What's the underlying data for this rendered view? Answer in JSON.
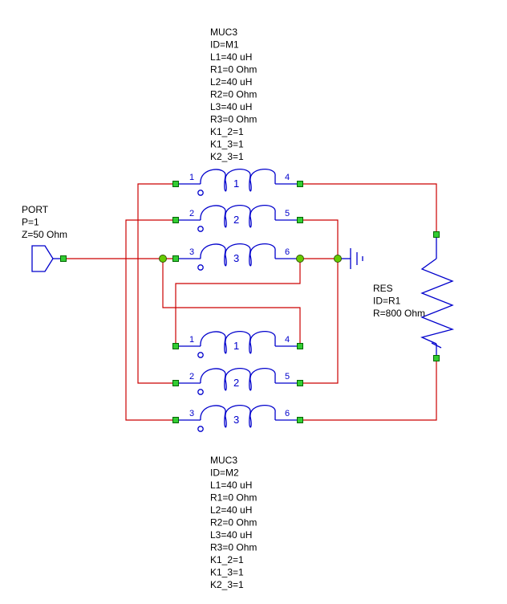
{
  "muc_m1": {
    "lines": [
      "MUC3",
      "ID=M1",
      "L1=40 uH",
      "R1=0 Ohm",
      "L2=40 uH",
      "R2=0 Ohm",
      "L3=40 uH",
      "R3=0 Ohm",
      "K1_2=1",
      "K1_3=1",
      "K2_3=1"
    ],
    "coils": [
      {
        "num": "1",
        "pin_left": "1",
        "pin_right": "4"
      },
      {
        "num": "2",
        "pin_left": "2",
        "pin_right": "5"
      },
      {
        "num": "3",
        "pin_left": "3",
        "pin_right": "6"
      }
    ]
  },
  "muc_m2": {
    "lines": [
      "MUC3",
      "ID=M2",
      "L1=40 uH",
      "R1=0 Ohm",
      "L2=40 uH",
      "R2=0 Ohm",
      "L3=40 uH",
      "R3=0 Ohm",
      "K1_2=1",
      "K1_3=1",
      "K2_3=1"
    ],
    "coils": [
      {
        "num": "1",
        "pin_left": "1",
        "pin_right": "4"
      },
      {
        "num": "2",
        "pin_left": "2",
        "pin_right": "5"
      },
      {
        "num": "3",
        "pin_left": "3",
        "pin_right": "6"
      }
    ]
  },
  "port": {
    "lines": [
      "PORT",
      "P=1",
      "Z=50 Ohm"
    ]
  },
  "res": {
    "lines": [
      "RES",
      "ID=R1",
      "R=800 Ohm"
    ]
  },
  "colors": {
    "wire": "#cc0000",
    "symbol": "#0000cc",
    "node": "#33cc33"
  }
}
